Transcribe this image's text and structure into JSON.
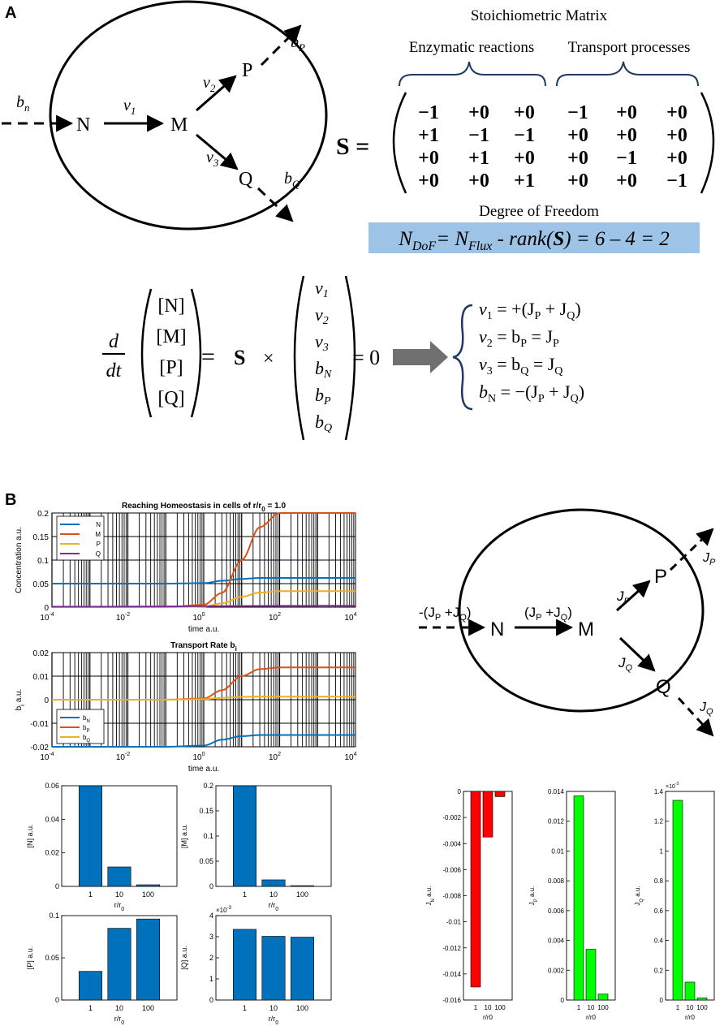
{
  "panel_labels": {
    "a": "A",
    "b": "B"
  },
  "diagram_a": {
    "bn": "b",
    "bn_sub": "n",
    "n": "N",
    "m": "M",
    "p": "P",
    "q": "Q",
    "v1": "v",
    "v1_sub": "1",
    "v2": "v",
    "v2_sub": "2",
    "v3": "v",
    "v3_sub": "3",
    "bp": "b",
    "bp_sub": "P",
    "bq": "b",
    "bq_sub": "Q"
  },
  "matrix": {
    "title": "Stoichiometric Matrix",
    "enzymatic_label": "Enzymatic reactions",
    "transport_label": "Transport processes",
    "lhs": "S =",
    "rows": [
      [
        "−1",
        "+0",
        "+0",
        "−1",
        "+0",
        "+0"
      ],
      [
        "+1",
        "−1",
        "−1",
        "+0",
        "+0",
        "+0"
      ],
      [
        "+0",
        "+1",
        "+0",
        "+0",
        "−1",
        "+0"
      ],
      [
        "+0",
        "+0",
        "+1",
        "+0",
        "+0",
        "−1"
      ]
    ],
    "dof_title": "Degree of Freedom",
    "dof_n": "N",
    "dof_n_sub": "DoF",
    "dof_eq1": "= N",
    "dof_flux_sub": "Flux",
    "dof_rank": " - rank(",
    "dof_s": "S",
    "dof_tail": ") = 6 – 4 = 2",
    "dof_box_color": "#9dc3e6"
  },
  "equation": {
    "d": "d",
    "dt": "dt",
    "conc": [
      "[N]",
      "[M]",
      "[P]",
      "[Q]"
    ],
    "eq": "=",
    "s": "S",
    "times": "×",
    "flux": [
      {
        "base": "v",
        "sub": "1"
      },
      {
        "base": "v",
        "sub": "2"
      },
      {
        "base": "v",
        "sub": "3"
      },
      {
        "base": "b",
        "sub": "N"
      },
      {
        "base": "b",
        "sub": "P"
      },
      {
        "base": "b",
        "sub": "Q"
      }
    ],
    "zero": "= 0",
    "results": [
      {
        "lhs": "v",
        "lhs_sub": "1",
        "rhs": " = +(J",
        "s1": "P",
        "mid": " + J",
        "s2": "Q",
        "end": ")"
      },
      {
        "lhs": "v",
        "lhs_sub": "2",
        "rhs": " = b",
        "s1": "P",
        "mid": " = J",
        "s2": "P",
        "end": ""
      },
      {
        "lhs": "v",
        "lhs_sub": "3",
        "rhs": " = b",
        "s1": "Q",
        "mid": " = J",
        "s2": "Q",
        "end": ""
      },
      {
        "lhs": "b",
        "lhs_sub": "N",
        "rhs": " = −(J",
        "s1": "P",
        "mid": " + J",
        "s2": "Q",
        "end": ")"
      }
    ]
  },
  "diagram_b": {
    "inflow": "-(J",
    "inflow_p": "P",
    "inflow_mid": " +J",
    "inflow_q": "Q",
    "inflow_end": ")",
    "v1": "(J",
    "v1_p": "P",
    "v1_mid": " +J",
    "v1_q": "Q",
    "v1_end": ")",
    "n": "N",
    "m": "M",
    "p": "P",
    "q": "Q",
    "jp": "J",
    "jp_sub": "P",
    "jq": "J",
    "jq_sub": "Q",
    "jp_out": "J",
    "jp_out_sub": "P",
    "jq_out": "J",
    "jq_out_sub": "Q"
  },
  "colors": {
    "N": "#0072bd",
    "M": "#d95319",
    "P": "#edb120",
    "Q": "#7e2f8e",
    "bar_blue": "#0072bd",
    "bar_red": "#ff0000",
    "bar_green": "#00ff00"
  },
  "chart_data": [
    {
      "type": "line",
      "title": "Reaching Homeostasis in cells of r/r",
      "title_sub": "0",
      "title_tail": " = 1.0",
      "xlabel": "time a.u.",
      "ylabel": "Concentration a.u.",
      "xscale": "log",
      "xlim": [
        0.0001,
        10000
      ],
      "ylim": [
        0,
        0.2
      ],
      "xticks": [
        "10",
        "10",
        "10",
        "10",
        "10"
      ],
      "xtick_exp": [
        "-4",
        "-2",
        "0",
        "2",
        "4"
      ],
      "yticks": [
        "0",
        "0.05",
        "0.1",
        "0.15",
        "0.2"
      ],
      "legend": "top-left",
      "grid": true,
      "series": [
        {
          "name": "N",
          "x": [
            0.0001,
            0.1,
            1,
            3,
            10,
            30,
            100,
            10000
          ],
          "y": [
            0.05,
            0.05,
            0.051,
            0.056,
            0.06,
            0.062,
            0.062,
            0.062
          ]
        },
        {
          "name": "M",
          "x": [
            0.0001,
            0.1,
            1,
            3,
            10,
            30,
            100,
            10000
          ],
          "y": [
            0,
            0,
            0.005,
            0.03,
            0.1,
            0.17,
            0.2,
            0.2
          ]
        },
        {
          "name": "P",
          "x": [
            0.0001,
            0.1,
            1,
            3,
            10,
            30,
            100,
            10000
          ],
          "y": [
            0,
            0,
            0.001,
            0.008,
            0.022,
            0.031,
            0.034,
            0.034
          ]
        },
        {
          "name": "Q",
          "x": [
            0.0001,
            10000
          ],
          "y": [
            0.001,
            0.003
          ]
        }
      ]
    },
    {
      "type": "line",
      "title": "Transport Rate b",
      "title_sub": "i",
      "xlabel": "time a.u.",
      "ylabel": "b",
      "ylabel_sub": "i",
      "ylabel_tail": " a.u.",
      "xscale": "log",
      "xlim": [
        0.0001,
        10000
      ],
      "ylim": [
        -0.02,
        0.02
      ],
      "xticks": [
        "10",
        "10",
        "10",
        "10",
        "10"
      ],
      "xtick_exp": [
        "-4",
        "-2",
        "0",
        "2",
        "4"
      ],
      "yticks": [
        "-0.02",
        "-0.01",
        "0",
        "0.01",
        "0.02"
      ],
      "legend": "bottom-left",
      "grid": true,
      "series": [
        {
          "name": "b",
          "sub": "N",
          "x": [
            0.0001,
            0.1,
            1,
            3,
            10,
            30,
            100,
            10000
          ],
          "y": [
            -0.02,
            -0.02,
            -0.0195,
            -0.017,
            -0.0155,
            -0.015,
            -0.015,
            -0.015
          ]
        },
        {
          "name": "b",
          "sub": "P",
          "x": [
            0.0001,
            0.1,
            1,
            3,
            10,
            30,
            100,
            10000
          ],
          "y": [
            0,
            0,
            0.0005,
            0.004,
            0.01,
            0.013,
            0.0137,
            0.0137
          ]
        },
        {
          "name": "b",
          "sub": "Q",
          "x": [
            0.0001,
            0.1,
            1,
            3,
            10,
            30,
            100,
            10000
          ],
          "y": [
            0,
            0,
            0.0002,
            0.0008,
            0.0012,
            0.0013,
            0.0013,
            0.0013
          ]
        }
      ]
    },
    {
      "type": "bar",
      "categories": [
        "1",
        "10",
        "100"
      ],
      "values": [
        0.062,
        0.012,
        0.001
      ],
      "ylabel": "[N] a.u.",
      "xlabel": "r/r",
      "xlabel_sub": "0",
      "ylim": [
        0,
        0.062
      ],
      "yticks": [
        "0",
        "0.02",
        "0.04",
        "0.06"
      ]
    },
    {
      "type": "bar",
      "categories": [
        "1",
        "10",
        "100"
      ],
      "values": [
        0.2,
        0.013,
        0.0015
      ],
      "ylabel": "[M] a.u.",
      "xlabel": "r/r",
      "xlabel_sub": "0",
      "ylim": [
        0,
        0.2
      ],
      "yticks": [
        "0",
        "0.05",
        "0.1",
        "0.15",
        "0.2"
      ]
    },
    {
      "type": "bar",
      "categories": [
        "1",
        "10",
        "100"
      ],
      "values": [
        0.034,
        0.085,
        0.096
      ],
      "ylabel": "[P] a.u.",
      "xlabel": "r/r",
      "xlabel_sub": "0",
      "ylim": [
        0,
        0.1
      ],
      "yticks": [
        "0",
        "0.05",
        "0.1"
      ]
    },
    {
      "type": "bar",
      "categories": [
        "1",
        "10",
        "100"
      ],
      "values": [
        3.35,
        3.02,
        2.98
      ],
      "ylabel": "[Q] a.u.",
      "xlabel": "r/r",
      "xlabel_sub": "0",
      "ylim": [
        0,
        4
      ],
      "yticks": [
        "0",
        "1",
        "2",
        "3",
        "4"
      ],
      "multiplier": "×10",
      "multiplier_exp": "-3"
    },
    {
      "type": "bar",
      "categories": [
        "1",
        "10",
        "100"
      ],
      "values": [
        -0.015,
        -0.0035,
        -0.0004
      ],
      "ylabel": "J",
      "ylabel_sub": "N",
      "ylabel_tail": " a.u.",
      "xlabel": "r/r0",
      "ylim": [
        -0.016,
        0
      ],
      "yticks": [
        "-0.016",
        "-0.014",
        "-0.012",
        "-0.01",
        "-0.008",
        "-0.006",
        "-0.004",
        "-0.002",
        "0"
      ]
    },
    {
      "type": "bar",
      "categories": [
        "1",
        "10",
        "100"
      ],
      "values": [
        0.0137,
        0.0034,
        0.0004
      ],
      "ylabel": "J",
      "ylabel_sub": "P",
      "ylabel_tail": " a.u.",
      "xlabel": "r/r0",
      "ylim": [
        0,
        0.014
      ],
      "yticks": [
        "0",
        "0.002",
        "0.004",
        "0.006",
        "0.008",
        "0.01",
        "0.012",
        "0.014"
      ]
    },
    {
      "type": "bar",
      "categories": [
        "1",
        "10",
        "100"
      ],
      "values": [
        1.34,
        0.12,
        0.015
      ],
      "ylabel": "J",
      "ylabel_sub": "Q",
      "ylabel_tail": " a.u.",
      "xlabel": "r/r0",
      "ylim": [
        0,
        1.4
      ],
      "yticks": [
        "0",
        "0.2",
        "0.4",
        "0.6",
        "0.8",
        "1",
        "1.2",
        "1.4"
      ],
      "multiplier": "×10",
      "multiplier_exp": "-3"
    }
  ]
}
